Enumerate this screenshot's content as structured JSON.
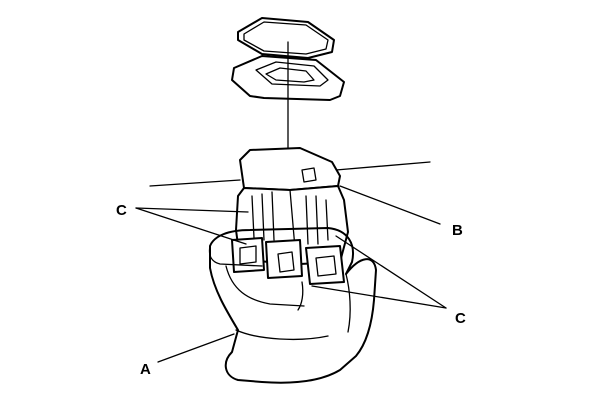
{
  "labels": {
    "a": "A",
    "b": "B",
    "c_left": "C",
    "c_right": "C"
  },
  "colors": {
    "ink": "#000000",
    "background": "#ffffff"
  }
}
